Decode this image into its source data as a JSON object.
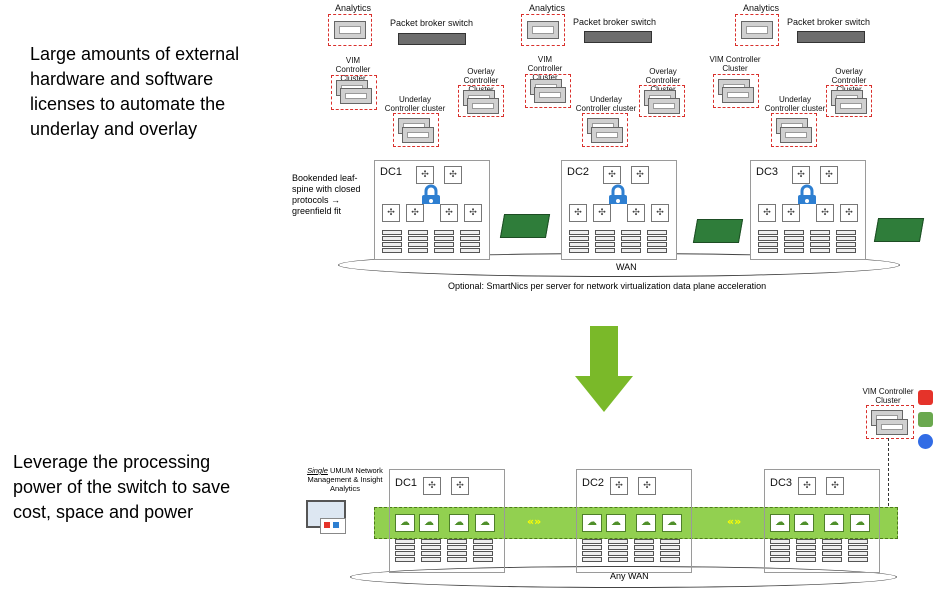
{
  "top": {
    "description": "Large amounts of external\nhardware and software\nlicenses to automate the\nunderlay and overlay",
    "bookended_label": "Bookended leaf-\nspine with closed\nprotocols →\ngreenfield fit",
    "wan_label": "WAN",
    "optional_note": "Optional: SmartNics per server for network virtualization data plane acceleration",
    "sites": [
      {
        "dc": "DC1",
        "analytics": "Analytics",
        "broker": "Packet broker switch",
        "vim": "VIM Controller\nCluster",
        "overlay": "Overlay\nController Cluster",
        "underlay": "Underlay\nController cluster"
      },
      {
        "dc": "DC2",
        "analytics": "Analytics",
        "broker": "Packet broker switch",
        "vim": "VIM Controller\nCluster",
        "overlay": "Overlay\nController Cluster",
        "underlay": "Underlay\nController cluster"
      },
      {
        "dc": "DC3",
        "analytics": "Analytics",
        "broker": "Packet broker switch",
        "vim": "VIM Controller\nCluster",
        "overlay": "Overlay\nController Cluster",
        "underlay": "Underlay\nController cluster"
      }
    ]
  },
  "bottom": {
    "description": "Leverage the processing\npower of the switch to save\ncost, space and power",
    "mgmt_label_em": "Single",
    "mgmt_label_rest": " UMUM Network\nManagement & Insight\nAnalytics",
    "wan_label": "Any WAN",
    "vim": "VIM Controller\nCluster",
    "sites": [
      {
        "dc": "DC1"
      },
      {
        "dc": "DC2"
      },
      {
        "dc": "DC3"
      }
    ]
  },
  "colors": {
    "arrow": "#7ab929",
    "greenbar": "#92d050",
    "dashed_red": "#d9302c",
    "lock": "#2e7fd1",
    "openshift": "#e5332a",
    "openstack": "#6aa84f",
    "kubernetes": "#326ce5"
  },
  "icons": [
    "lock-icon",
    "switch-icon",
    "server-icon",
    "cloud-switch-icon",
    "smartnic-icon",
    "monitor-icon",
    "openshift-icon",
    "openstack-icon",
    "kubernetes-icon",
    "down-arrow-icon"
  ]
}
